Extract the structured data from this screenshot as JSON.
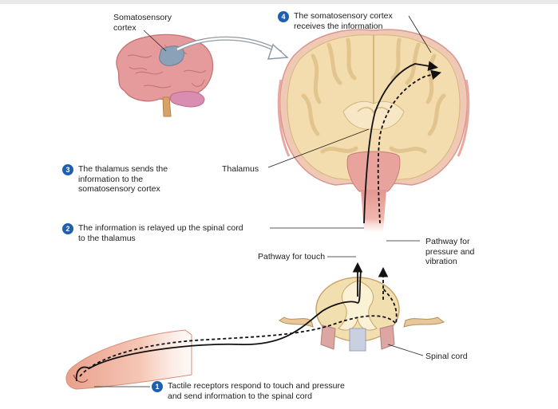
{
  "labels": {
    "somatosensory_cortex": "Somatosensory\ncortex",
    "thalamus": "Thalamus",
    "pathway_touch": "Pathway for touch",
    "pathway_pressure": "Pathway for\npressure and\nvibration",
    "spinal_cord": "Spinal cord"
  },
  "steps": [
    {
      "number": "1",
      "text": "Tactile receptors respond to touch and pressure\nand send information to the spinal cord"
    },
    {
      "number": "2",
      "text": "The information is relayed up the spinal cord\nto the thalamus"
    },
    {
      "number": "3",
      "text": "The thalamus sends the\ninformation to the\nsomatosensory cortex"
    },
    {
      "number": "4",
      "text": "The somatosensory cortex\nreceives the information"
    }
  ],
  "colors": {
    "badge": "#1f5fae",
    "brain_tissue": "#f3dcae",
    "cortex_edge": "#e9a7a0",
    "brainstem": "#e8a39c",
    "skin": "#f2b9a6",
    "pathway": "#111111"
  }
}
